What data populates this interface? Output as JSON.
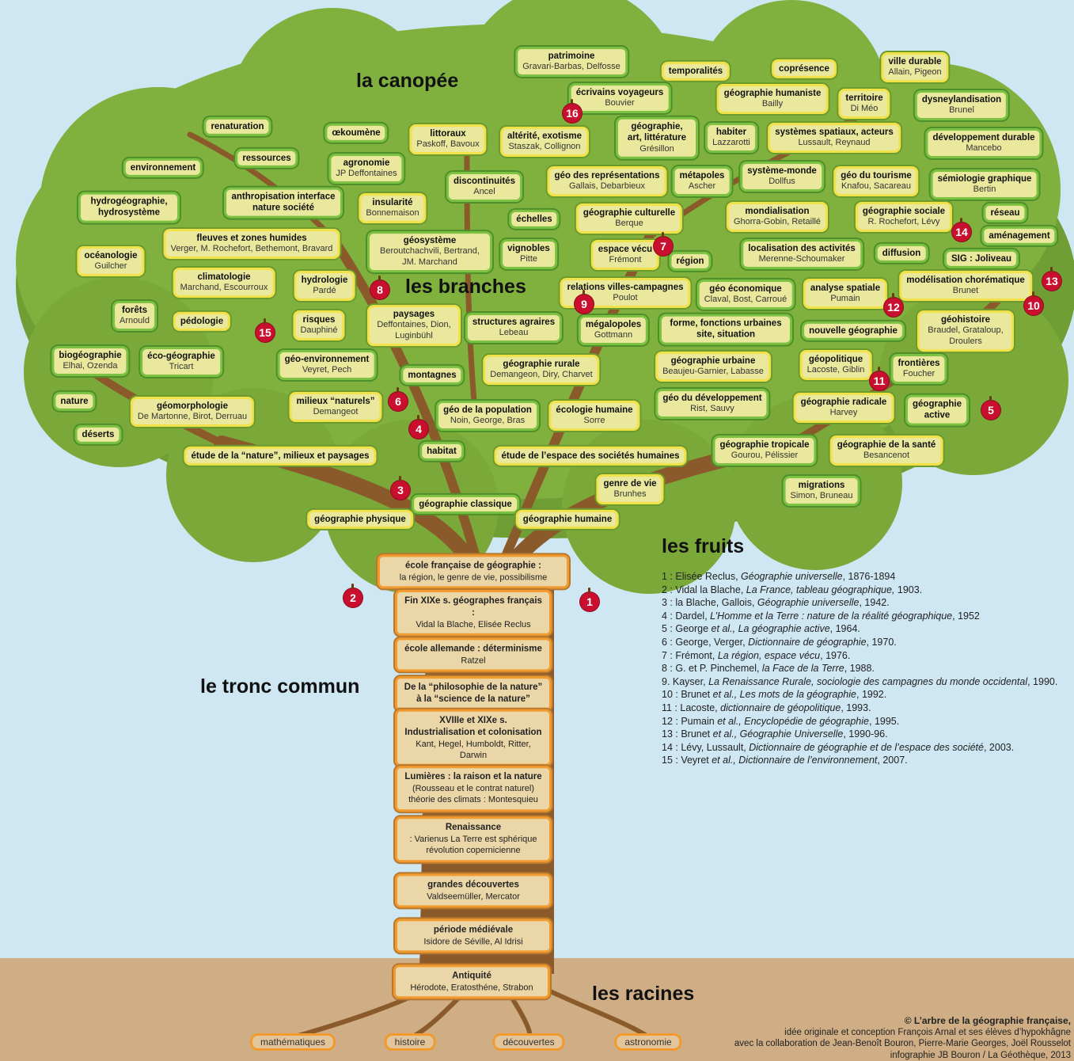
{
  "headings": {
    "canopy": "la canopée",
    "branches": "les branches",
    "fruits": "les fruits",
    "trunk": "le tronc commun",
    "roots": "les racines"
  },
  "canopy_nodes": [
    {
      "id": "patrimoine",
      "title": "patrimoine",
      "sub": "Gravari-Barbas, Delfosse"
    },
    {
      "id": "temporalites",
      "title": "temporalités",
      "sub": ""
    },
    {
      "id": "copresence",
      "title": "coprésence",
      "sub": ""
    },
    {
      "id": "ville_durable",
      "title": "ville durable",
      "sub": "Allain, Pigeon"
    },
    {
      "id": "ecrivains",
      "title": "écrivains voyageurs",
      "sub": "Bouvier"
    },
    {
      "id": "geo_humaniste",
      "title": "géographie humaniste",
      "sub": "Bailly"
    },
    {
      "id": "territoire",
      "title": "territoire",
      "sub": "Di Méo"
    },
    {
      "id": "dysneylandisation",
      "title": "dysneylandisation",
      "sub": "Brunel"
    },
    {
      "id": "renaturation",
      "title": "renaturation",
      "sub": ""
    },
    {
      "id": "oekoumene",
      "title": "œkoumène",
      "sub": ""
    },
    {
      "id": "littoraux",
      "title": "littoraux",
      "sub": "Paskoff, Bavoux"
    },
    {
      "id": "alterite",
      "title": "altérité, exotisme",
      "sub": "Staszak, Collignon"
    },
    {
      "id": "geo_art",
      "title": "géographie, art, littérature",
      "sub": "Grésillon"
    },
    {
      "id": "habiter",
      "title": "habiter",
      "sub": "Lazzarotti"
    },
    {
      "id": "systemes_spatiaux",
      "title": "systèmes spatiaux, acteurs",
      "sub": "Lussault, Reynaud"
    },
    {
      "id": "dev_durable",
      "title": "développement durable",
      "sub": "Mancebo"
    },
    {
      "id": "environnement",
      "title": "environnement",
      "sub": ""
    },
    {
      "id": "ressources",
      "title": "ressources",
      "sub": ""
    },
    {
      "id": "agronomie",
      "title": "agronomie",
      "sub": "JP Deffontaines"
    },
    {
      "id": "discontinuites",
      "title": "discontinuités",
      "sub": "Ancel"
    },
    {
      "id": "geo_representations",
      "title": "géo des représentations",
      "sub": "Gallais, Debarbieux"
    },
    {
      "id": "metapoles",
      "title": "métapoles",
      "sub": "Ascher"
    },
    {
      "id": "systeme_monde",
      "title": "système-monde",
      "sub": "Dollfus"
    },
    {
      "id": "geo_tourisme",
      "title": "géo du tourisme",
      "sub": "Knafou, Sacareau"
    },
    {
      "id": "semiologie",
      "title": "sémiologie graphique",
      "sub": "Bertin"
    },
    {
      "id": "hydrogeo",
      "title": "hydrogéographie, hydrosystème",
      "sub": ""
    },
    {
      "id": "anthropisation",
      "title": "anthropisation interface nature société",
      "sub": ""
    },
    {
      "id": "insularite",
      "title": "insularité",
      "sub": "Bonnemaison"
    },
    {
      "id": "echelles",
      "title": "échelles",
      "sub": ""
    },
    {
      "id": "geo_culturelle",
      "title": "géographie culturelle",
      "sub": "Berque"
    },
    {
      "id": "mondialisation",
      "title": "mondialisation",
      "sub": "Ghorra-Gobin, Retaillé"
    },
    {
      "id": "geo_sociale",
      "title": "géographie sociale",
      "sub": "R. Rochefort, Lévy"
    },
    {
      "id": "reseau",
      "title": "réseau",
      "sub": ""
    },
    {
      "id": "amenagement",
      "title": "aménagement",
      "sub": ""
    },
    {
      "id": "fleuves",
      "title": "fleuves et zones humides",
      "sub": "Verger, M. Rochefort, Bethemont, Bravard"
    },
    {
      "id": "geosysteme",
      "title": "géosystème",
      "sub": "Beroutchachvili, Bertrand, JM. Marchand"
    },
    {
      "id": "vignobles",
      "title": "vignobles",
      "sub": "Pitte"
    },
    {
      "id": "espace_vecu",
      "title": "espace vécu",
      "sub": "Frémont"
    },
    {
      "id": "region",
      "title": "région",
      "sub": ""
    },
    {
      "id": "localisation",
      "title": "localisation des activités",
      "sub": "Merenne-Schoumaker"
    },
    {
      "id": "diffusion",
      "title": "diffusion",
      "sub": ""
    },
    {
      "id": "sig",
      "title": "SIG : Joliveau",
      "sub": ""
    },
    {
      "id": "oceanologie",
      "title": "océanologie",
      "sub": "Guilcher"
    },
    {
      "id": "climatologie",
      "title": "climatologie",
      "sub": "Marchand, Escourroux"
    },
    {
      "id": "hydrologie",
      "title": "hydrologie",
      "sub": "Pardé"
    },
    {
      "id": "relations_villes",
      "title": "relations villes-campagnes",
      "sub": "Poulot"
    },
    {
      "id": "geo_economique",
      "title": "géo économique",
      "sub": "Claval, Bost, Carroué"
    },
    {
      "id": "analyse_spatiale",
      "title": "analyse spatiale",
      "sub": "Pumain"
    },
    {
      "id": "modelisation",
      "title": "modélisation chorématique",
      "sub": "Brunet"
    },
    {
      "id": "forets",
      "title": "forêts",
      "sub": "Arnould"
    },
    {
      "id": "pedologie",
      "title": "pédologie",
      "sub": ""
    },
    {
      "id": "risques",
      "title": "risques",
      "sub": "Dauphiné"
    },
    {
      "id": "paysages",
      "title": "paysages",
      "sub": "Deffontaines, Dion, Luginbühl"
    },
    {
      "id": "structures_agraires",
      "title": "structures agraires",
      "sub": "Lebeau"
    },
    {
      "id": "megalopoles",
      "title": "mégalopoles",
      "sub": "Gottmann"
    },
    {
      "id": "formes_urbaines",
      "title": "forme, fonctions urbaines site, situation",
      "sub": ""
    },
    {
      "id": "nouvelle_geo",
      "title": "nouvelle géographie",
      "sub": ""
    },
    {
      "id": "geohistoire",
      "title": "géohistoire",
      "sub": "Braudel, Grataloup, Droulers"
    },
    {
      "id": "biogeo",
      "title": "biogéographie",
      "sub": "Elhai, Ozenda"
    },
    {
      "id": "eco_geo",
      "title": "éco-géographie",
      "sub": "Tricart"
    },
    {
      "id": "geo_environnement",
      "title": "géo-environnement",
      "sub": "Veyret, Pech"
    },
    {
      "id": "montagnes",
      "title": "montagnes",
      "sub": ""
    },
    {
      "id": "geo_rurale",
      "title": "géographie rurale",
      "sub": "Demangeon, Diry, Charvet"
    },
    {
      "id": "geo_urbaine",
      "title": "géographie urbaine",
      "sub": "Beaujeu-Garnier, Labasse"
    },
    {
      "id": "geopolitique",
      "title": "géopolitique",
      "sub": "Lacoste, Giblin"
    },
    {
      "id": "frontieres",
      "title": "frontières",
      "sub": "Foucher"
    },
    {
      "id": "nature",
      "title": "nature",
      "sub": ""
    },
    {
      "id": "geomorphologie",
      "title": "géomorphologie",
      "sub": "De Martonne, Birot, Derruau"
    },
    {
      "id": "milieux",
      "title": "milieux “naturels”",
      "sub": "Demangeot"
    },
    {
      "id": "geo_population",
      "title": "géo de la population",
      "sub": "Noin, George, Bras"
    },
    {
      "id": "ecologie_humaine",
      "title": "écologie humaine",
      "sub": "Sorre"
    },
    {
      "id": "geo_developpement",
      "title": "géo du développement",
      "sub": "Rist, Sauvy"
    },
    {
      "id": "geo_radicale",
      "title": "géographie radicale",
      "sub": "Harvey"
    },
    {
      "id": "geo_active",
      "title": "géographie active",
      "sub": ""
    },
    {
      "id": "deserts",
      "title": "déserts",
      "sub": ""
    },
    {
      "id": "etude_nature",
      "title": "étude de la “nature”, milieux et paysages",
      "sub": ""
    },
    {
      "id": "habitat",
      "title": "habitat",
      "sub": ""
    },
    {
      "id": "etude_espace",
      "title": "étude de l’espace des sociétés humaines",
      "sub": ""
    },
    {
      "id": "geo_tropicale",
      "title": "géographie tropicale",
      "sub": "Gourou, Pélissier"
    },
    {
      "id": "geo_sante",
      "title": "géographie de la santé",
      "sub": "Besancenot"
    },
    {
      "id": "genre_vie",
      "title": "genre de vie",
      "sub": "Brunhes"
    },
    {
      "id": "migrations",
      "title": "migrations",
      "sub": "Simon, Bruneau"
    },
    {
      "id": "geo_classique",
      "title": "géographie classique",
      "sub": ""
    },
    {
      "id": "geo_physique",
      "title": "géographie physique",
      "sub": ""
    },
    {
      "id": "geo_humaine",
      "title": "géographie humaine",
      "sub": ""
    }
  ],
  "trunk_nodes": [
    {
      "id": "ecole_fr",
      "title": "école  française de géographie :",
      "sub": "la région, le genre de vie, possibilisme"
    },
    {
      "id": "fin_xix",
      "title": "Fin XIXe s. géographes français :",
      "sub": "Vidal la Blache, Elisée Reclus"
    },
    {
      "id": "ecole_all",
      "title": "école allemande : déterminisme",
      "sub": "Ratzel"
    },
    {
      "id": "philosophie",
      "title": "De la “philosophie de la nature” à la “science de la nature”",
      "sub": ""
    },
    {
      "id": "xviii_xix",
      "title": "XVIIIe et XIXe s. Industrialisation et colonisation",
      "sub": "Kant, Hegel, Humboldt, Ritter, Darwin"
    },
    {
      "id": "lumieres",
      "title": "Lumières : la raison et la nature",
      "sub": "(Rousseau et le contrat naturel) théorie des climats : Montesquieu"
    },
    {
      "id": "renaissance",
      "title": "Renaissance",
      "sub": ": Varienus La Terre est sphérique révolution copernicienne"
    },
    {
      "id": "grandes_dec",
      "title": "grandes découvertes",
      "sub": "Valdseemüller, Mercator"
    },
    {
      "id": "medievale",
      "title": "période médiévale",
      "sub": "Isidore de Séville, Al Idrisi"
    },
    {
      "id": "antiquite",
      "title": "Antiquité",
      "sub": "Hérodote, Eratosthéne, Strabon"
    }
  ],
  "roots": [
    "mathématiques",
    "histoire",
    "découvertes",
    "astronomie"
  ],
  "apples": [
    "1",
    "2",
    "3",
    "4",
    "5",
    "6",
    "7",
    "8",
    "9",
    "10",
    "11",
    "12",
    "13",
    "14",
    "15",
    "16"
  ],
  "references": [
    {
      "pre": "1 : Elisée Reclus, ",
      "it": "Géographie universelle",
      "post": ", 1876-1894"
    },
    {
      "pre": "2 : Vidal la Blache, ",
      "it": "La France, tableau géographique,",
      "post": " 1903."
    },
    {
      "pre": "3 : la Blache, Gallois, ",
      "it": "Géographie universelle",
      "post": ", 1942."
    },
    {
      "pre": "4 : Dardel, ",
      "it": "L’Homme et la Terre : nature de la réalité géographique",
      "post": ", 1952"
    },
    {
      "pre": "5 : George ",
      "it": "et al., La géographie active",
      "post": ", 1964."
    },
    {
      "pre": "6 : George, Verger, ",
      "it": "Dictionnaire de géographie",
      "post": ", 1970."
    },
    {
      "pre": "7 : Frémont, ",
      "it": "La région, espace vécu",
      "post": ", 1976."
    },
    {
      "pre": "8 : G. et P. Pinchemel, ",
      "it": "la Face de la Terre",
      "post": ", 1988."
    },
    {
      "pre": "9. Kayser, ",
      "it": "La Renaissance Rurale, sociologie des campagnes du monde occidental",
      "post": ", 1990."
    },
    {
      "pre": "10 : Brunet ",
      "it": "et al., Les mots de la géographie",
      "post": ", 1992."
    },
    {
      "pre": "11 : Lacoste, ",
      "it": "dictionnaire de géopolitique",
      "post": ", 1993."
    },
    {
      "pre": "12 : Pumain ",
      "it": "et al., Encyclopédie de géographie",
      "post": ", 1995."
    },
    {
      "pre": "13 : Brunet ",
      "it": "et al., Géographie Universelle",
      "post": ", 1990-96."
    },
    {
      "pre": "14 : Lévy, Lussault, ",
      "it": "Dictionnaire de géographie et de l’espace des société",
      "post": ", 2003."
    },
    {
      "pre": "15 : Veyret ",
      "it": "et al., Dictionnaire de l’environnement",
      "post": ", 2007."
    }
  ],
  "credits": {
    "line1": "© L’arbre de la géographie française,",
    "line2": "idée originale et conception François Arnal et ses élèves d’hypokhâgne",
    "line3": "avec la collaboration de Jean-Benoît Bouron, Pierre-Marie Georges, Joël Rousselot",
    "line4": "infographie JB Bouron / La Géothèque, 2013"
  },
  "colors": {
    "sky": "#cfe6f3",
    "foliage": "#7fae3c",
    "foliage_dark": "#5f8f2a",
    "ground": "#cfae85",
    "trunk": "#8b5a2b",
    "box_fill": "#e9e89c",
    "box_border": "#7cc142",
    "trunk_box_border": "#f29a2e",
    "apple": "#c8102e"
  }
}
